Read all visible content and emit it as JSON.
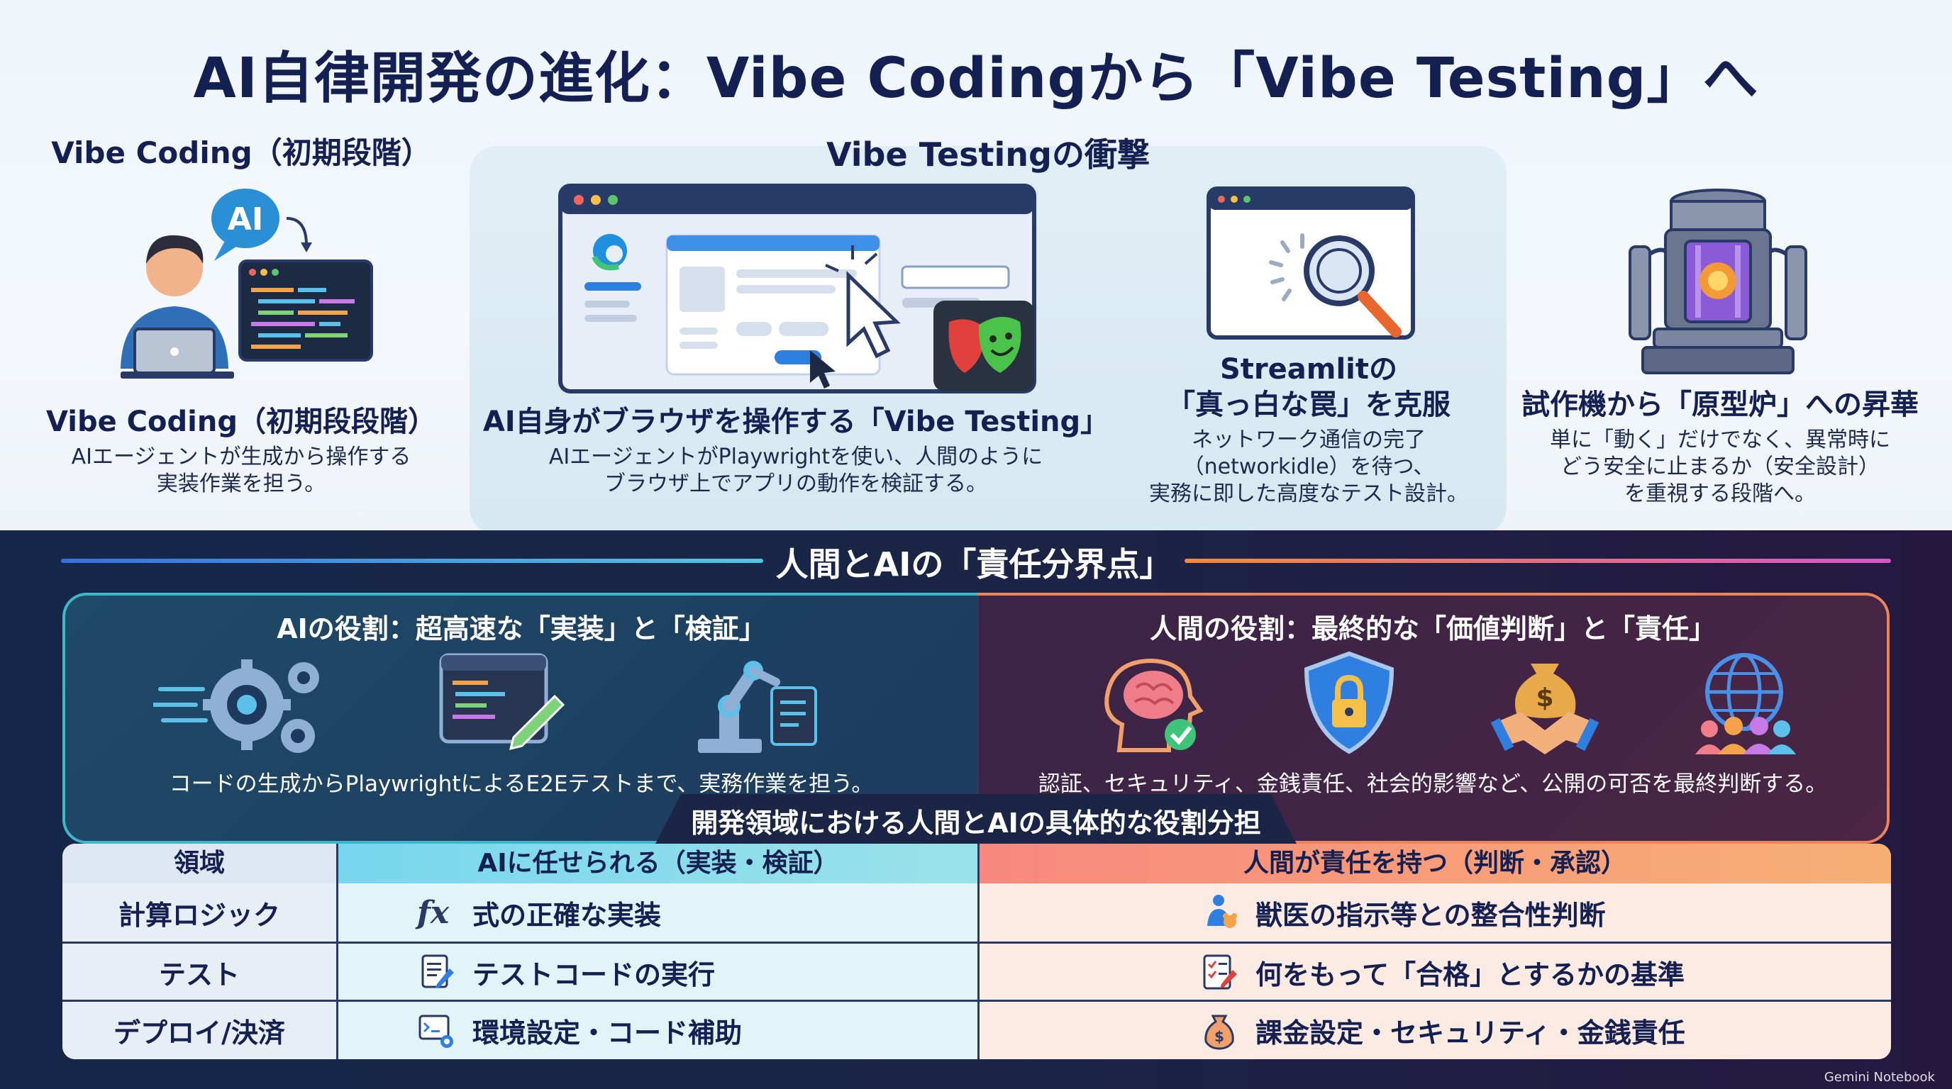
{
  "title": "AI自律開発の進化：Vibe Codingから「Vibe Testing」へ",
  "top": {
    "coding_header": "Vibe Coding（初期段階）",
    "coding_card_title": "Vibe Coding（初期段段階）",
    "coding_card_desc1": "AIエージェントが生成から操作する",
    "coding_card_desc2": "実装作業を担う。",
    "ai_bubble": "AI",
    "testing_header": "Vibe Testingの衝撃",
    "testing_card_title": "AI自身がブラウザを操作する「Vibe Testing」",
    "testing_card_desc1": "AIエージェントがPlaywrightを使い、人間のように",
    "testing_card_desc2": "ブラウザ上でアプリの動作を検証する。",
    "streamlit_title1": "Streamlitの",
    "streamlit_title2": "「真っ白な罠」を克服",
    "streamlit_desc1": "ネットワーク通信の完了",
    "streamlit_desc2": "（networkidle）を待つ、",
    "streamlit_desc3": "実務に即した高度なテスト設計。",
    "reactor_title": "試作機から「原型炉」への昇華",
    "reactor_desc1": "単に「動く」だけでなく、異常時に",
    "reactor_desc2": "どう安全に止まるか（安全設計）",
    "reactor_desc3": "を重視する段階へ。"
  },
  "bottom": {
    "section_title": "人間とAIの「責任分界点」",
    "ai_role_title": "AIの役割：超高速な「実装」と「検証」",
    "ai_role_desc": "コードの生成からPlaywrightによるE2Eテストまで、実務作業を担う。",
    "human_role_title": "人間の役割：最終的な「価値判断」と「責任」",
    "human_role_desc": "認証、セキュリティ、金銭責任、社会的影響など、公開の可否を最終判断する。",
    "table_caption": "開発領域における人間とAIの具体的な役割分担",
    "table": {
      "headers": [
        "領域",
        "AIに任せられる（実装・検証）",
        "人間が責任を持つ（判断・承認）"
      ],
      "rows": [
        {
          "domain": "計算ロジック",
          "ai": "式の正確な実装",
          "ai_icon": "fx-icon",
          "human": "獣医の指示等との整合性判断",
          "human_icon": "vet-icon"
        },
        {
          "domain": "テスト",
          "ai": "テストコードの実行",
          "ai_icon": "test-doc-icon",
          "human": "何をもって「合格」とするかの基準",
          "human_icon": "checklist-icon"
        },
        {
          "domain": "デプロイ/決済",
          "ai": "環境設定・コード補助",
          "ai_icon": "terminal-gear-icon",
          "human": "課金設定・セキュリティ・金銭責任",
          "human_icon": "money-bag-icon"
        }
      ]
    }
  },
  "footer": "Gemini Notebook",
  "colors": {
    "title": "#152052",
    "ai_panel_border": "#3fb6c9",
    "human_panel_border": "#e9855a",
    "ai_header": "#6fd6e6",
    "human_header": "#f6a06a",
    "accent_orange": "#f08a3c"
  }
}
